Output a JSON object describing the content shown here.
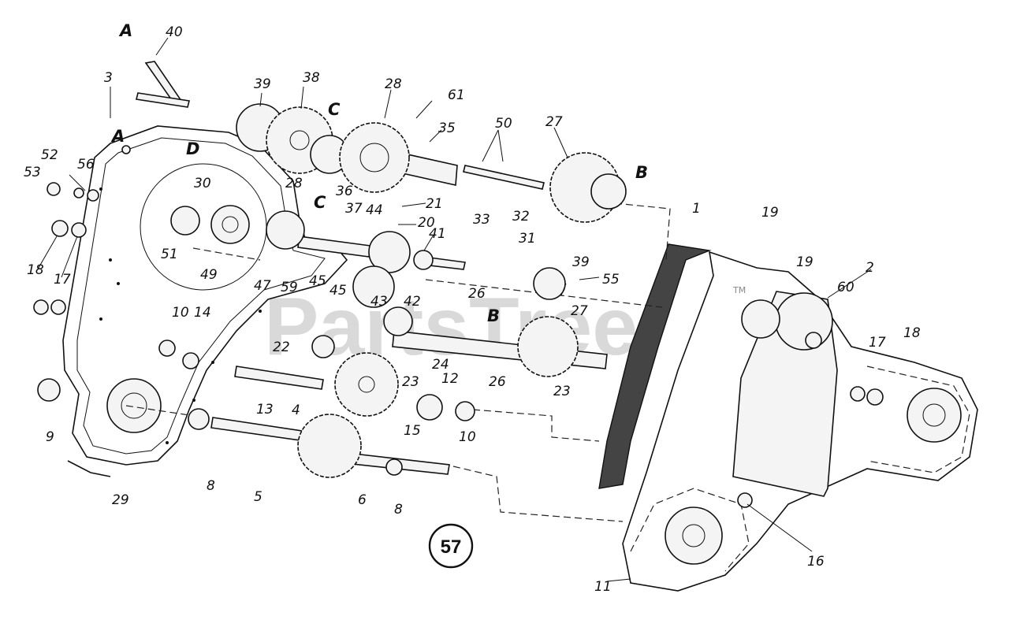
{
  "diagram": {
    "figure_number": "57",
    "watermark": "PartsTree",
    "watermark_tm": "TM",
    "callouts": {
      "1": "1",
      "2": "2",
      "3": "3",
      "4": "4",
      "5": "5",
      "6": "6",
      "8": "8",
      "9": "9",
      "10": "10",
      "11": "11",
      "12": "12",
      "13": "13",
      "14": "14",
      "15": "15",
      "16": "16",
      "17": "17",
      "18": "18",
      "19": "19",
      "20": "20",
      "21": "21",
      "22": "22",
      "23": "23",
      "24": "24",
      "26": "26",
      "27": "27",
      "28": "28",
      "29": "29",
      "30": "30",
      "31": "31",
      "32": "32",
      "33": "33",
      "35": "35",
      "36": "36",
      "37": "37",
      "38": "38",
      "39": "39",
      "40": "40",
      "41": "41",
      "42": "42",
      "43": "43",
      "44": "44",
      "45": "45",
      "47": "47",
      "49": "49",
      "50": "50",
      "51": "51",
      "52": "52",
      "53": "53",
      "55": "55",
      "56": "56",
      "59": "59",
      "60": "60",
      "61": "61"
    },
    "reference_letters": {
      "a": "A",
      "b": "B",
      "c": "C",
      "d": "D"
    }
  }
}
